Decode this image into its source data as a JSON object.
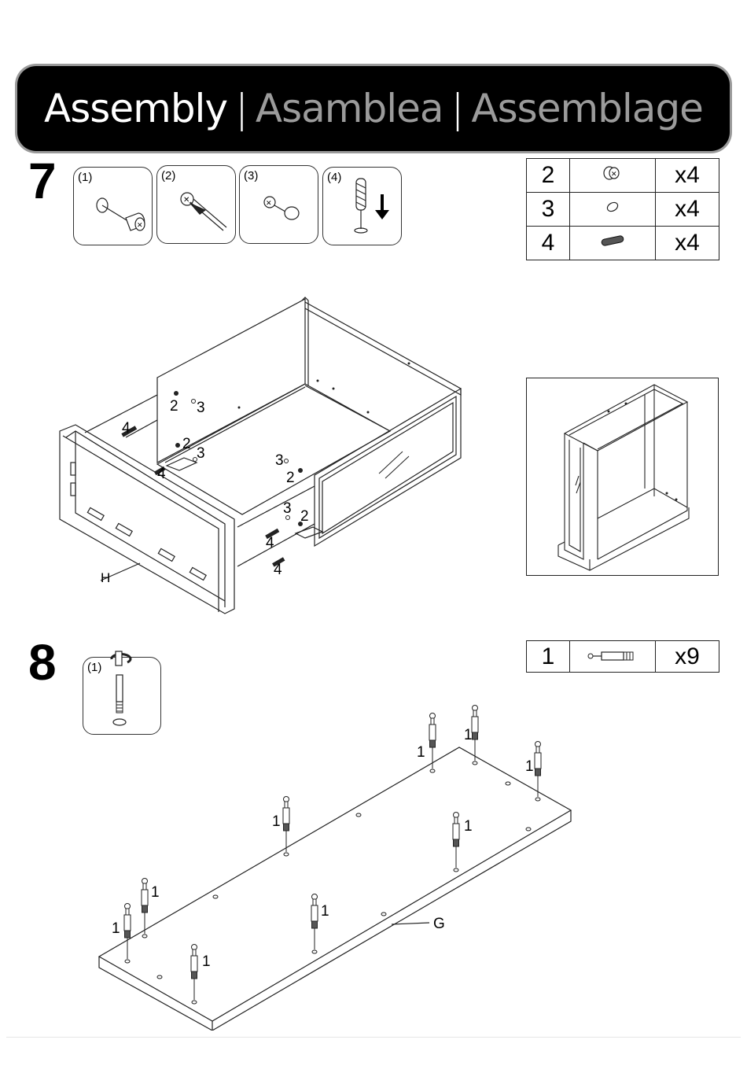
{
  "header": {
    "title_en": "Assembly",
    "separator": "|",
    "title_es": "Asamblea",
    "title_fr": "Assemblage"
  },
  "step7": {
    "number": "7",
    "substeps": [
      "(1)",
      "(2)",
      "(3)",
      "(4)"
    ],
    "parts": [
      {
        "id": "2",
        "qty": "x4",
        "icon": "cam-lock-icon"
      },
      {
        "id": "3",
        "qty": "x4",
        "icon": "cam-cover-icon"
      },
      {
        "id": "4",
        "qty": "x4",
        "icon": "wood-dowel-icon"
      }
    ],
    "panel_label": "H",
    "callouts": {
      "c2a": "2",
      "c3a": "3",
      "c2b": "2",
      "c3b": "3",
      "c4a": "4",
      "c4b": "4",
      "c3c": "3",
      "c2c": "2",
      "c3d": "3",
      "c2d": "2",
      "c4c": "4",
      "c4d": "4"
    }
  },
  "step8": {
    "number": "8",
    "substeps": [
      "(1)"
    ],
    "parts": [
      {
        "id": "1",
        "qty": "x9",
        "icon": "cam-bolt-icon"
      }
    ],
    "panel_label": "G",
    "bolt_label": "1"
  }
}
